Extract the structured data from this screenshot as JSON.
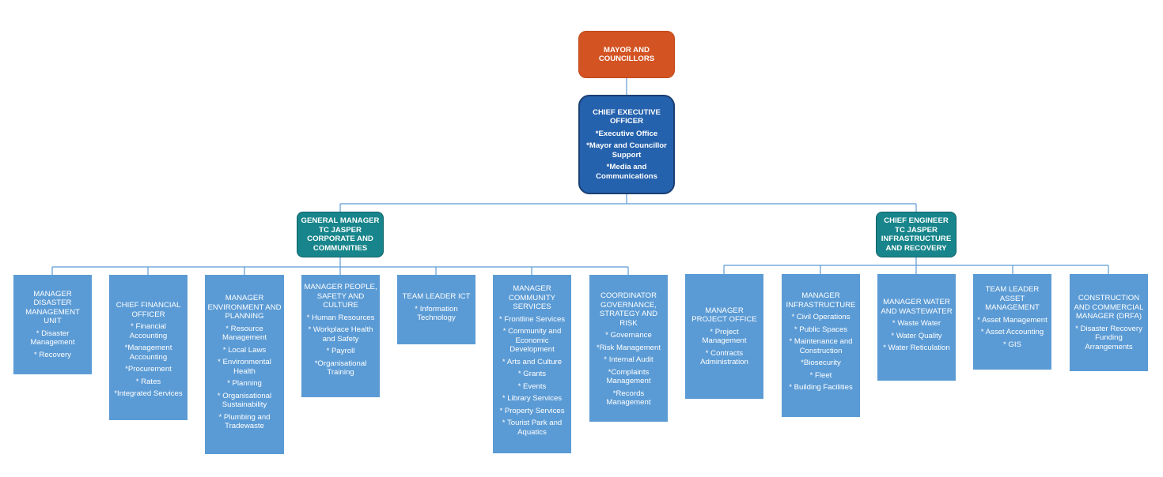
{
  "colors": {
    "mayor": "#d35322",
    "ceo": "#2562ad",
    "general_managers": "#17858b",
    "departments": "#5b9bd5",
    "connectors": "#5b9bd5"
  },
  "mayor": {
    "title": "MAYOR AND COUNCILLORS"
  },
  "ceo": {
    "title": "CHIEF EXECUTIVE OFFICER",
    "items": [
      "*Executive Office",
      "*Mayor and Councillor Support",
      "*Media and Communications"
    ]
  },
  "gm_corporate": {
    "title": "GENERAL MANAGER TC JASPER CORPORATE AND COMMUNITIES"
  },
  "gm_infrastructure": {
    "title": "CHIEF ENGINEER TC JASPER INFRASTRUCTURE AND RECOVERY"
  },
  "departments": [
    {
      "title": "MANAGER DISASTER MANAGEMENT UNIT",
      "items": [
        "* Disaster Management",
        "* Recovery"
      ]
    },
    {
      "title": "CHIEF FINANCIAL OFFICER",
      "items": [
        "* Financial Accounting",
        "*Management Accounting",
        "*Procurement",
        "* Rates",
        "*Integrated Services"
      ]
    },
    {
      "title": "MANAGER ENVIRONMENT AND PLANNING",
      "items": [
        "* Resource Management",
        "* Local Laws",
        "* Environmental Health",
        "* Planning",
        "* Organisational Sustainability",
        "* Plumbing and Tradewaste"
      ]
    },
    {
      "title": "MANAGER PEOPLE, SAFETY AND CULTURE",
      "items": [
        "* Human Resources",
        "* Workplace Health and Safety",
        "* Payroll",
        "*Organisational Training"
      ]
    },
    {
      "title": "TEAM LEADER ICT",
      "items": [
        "* Information Technology"
      ]
    },
    {
      "title": "MANAGER COMMUNITY SERVICES",
      "items": [
        "* Frontline Services",
        "* Community and Economic Development",
        "* Arts and Culture",
        "* Grants",
        "* Events",
        "* Library Services",
        "* Property Services",
        "* Tourist Park and Aquatics"
      ]
    },
    {
      "title": "COORDINATOR GOVERNANCE, STRATEGY AND RISK",
      "items": [
        "* Governance",
        "*Risk Management",
        "* Internal Audit",
        "*Complaints Management",
        "*Records Management"
      ]
    },
    {
      "title": "MANAGER PROJECT OFFICE",
      "items": [
        "* Project Management",
        "* Contracts Administration"
      ]
    },
    {
      "title": "MANAGER INFRASTRUCTURE",
      "items": [
        "* Civil Operations",
        "* Public Spaces",
        "* Maintenance and Construction",
        "*Biosecurity",
        "* Fleet",
        "* Building Facilities"
      ]
    },
    {
      "title": "MANAGER WATER AND WASTEWATER",
      "items": [
        "* Waste Water",
        "* Water Quality",
        "* Water Reticulation"
      ]
    },
    {
      "title": "TEAM LEADER ASSET MANAGEMENT",
      "items": [
        "* Asset Management",
        "* Asset Accounting",
        "* GIS"
      ]
    },
    {
      "title": "CONSTRUCTION AND COMMERCIAL MANAGER (DRFA)",
      "items": [
        "* Disaster Recovery Funding Arrangements"
      ]
    }
  ]
}
